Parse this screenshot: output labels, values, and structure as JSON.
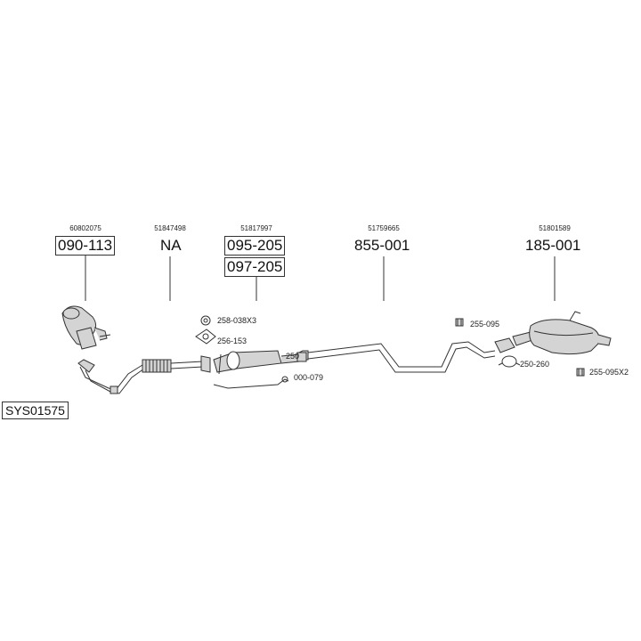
{
  "system_code": "SYS01575",
  "groups": [
    {
      "oe": "60802075",
      "parts": [
        "090-113"
      ],
      "boxed": true
    },
    {
      "oe": "51847498",
      "parts": [
        "NA"
      ],
      "boxed": false
    },
    {
      "oe": "51817997",
      "parts": [
        "095-205",
        "097-205"
      ],
      "boxed": true
    },
    {
      "oe": "51759665",
      "parts": [
        "855-001"
      ],
      "boxed": false
    },
    {
      "oe": "51801589",
      "parts": [
        "185-001"
      ],
      "boxed": false
    }
  ],
  "small_parts": [
    {
      "label": "258-038X3",
      "icon": "nut-icon"
    },
    {
      "label": "256-153",
      "icon": "gasket-icon"
    },
    {
      "label": "250",
      "icon": "clamp-icon"
    },
    {
      "label": "000-079",
      "icon": "bracket-icon"
    },
    {
      "label": "255-095",
      "icon": "rubber-mount-icon"
    },
    {
      "label": "250-260",
      "icon": "clamp-ring-icon"
    },
    {
      "label": "255-095X2",
      "icon": "rubber-mount-icon"
    }
  ],
  "colors": {
    "line": "#333333",
    "fill": "#d4d4d4",
    "accent": "#000000"
  }
}
